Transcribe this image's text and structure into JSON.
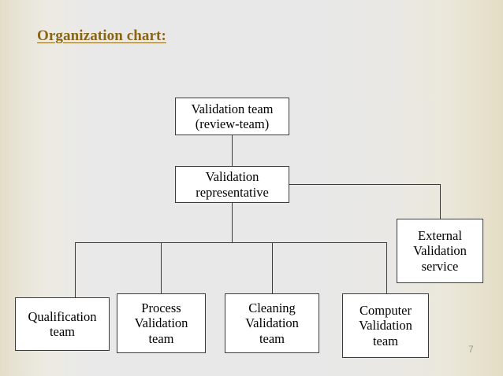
{
  "slide": {
    "title": "Organization chart:",
    "page_number": "7",
    "title_color": "#8a6512",
    "line_color": "#3b3b3b",
    "box_fill": "#ffffff",
    "background_edge_color": "#e3ddc8",
    "background_center_color": "#e8e8e8"
  },
  "chart_data": {
    "type": "diagram",
    "diagram_type": "organization-chart",
    "title": "Organization chart:",
    "orientation": "top-down",
    "nodes": [
      {
        "id": "validation-team",
        "lines": [
          "Validation team",
          "(review-team)"
        ],
        "level": 0
      },
      {
        "id": "validation-representative",
        "lines": [
          "Validation",
          "representative"
        ],
        "level": 1
      },
      {
        "id": "external-validation-service",
        "lines": [
          "External",
          "Validation",
          "service"
        ],
        "level": 2
      },
      {
        "id": "qualification-team",
        "lines": [
          "Qualification",
          "team"
        ],
        "level": 2
      },
      {
        "id": "process-validation-team",
        "lines": [
          "Process",
          "Validation",
          "team"
        ],
        "level": 2
      },
      {
        "id": "cleaning-validation-team",
        "lines": [
          "Cleaning",
          "Validation",
          "team"
        ],
        "level": 2
      },
      {
        "id": "computer-validation-team",
        "lines": [
          "Computer",
          "Validation",
          "team"
        ],
        "level": 2
      }
    ],
    "edges": [
      {
        "from": "validation-team",
        "to": "validation-representative"
      },
      {
        "from": "validation-representative",
        "to": "external-validation-service"
      },
      {
        "from": "validation-representative",
        "to": "qualification-team"
      },
      {
        "from": "validation-representative",
        "to": "process-validation-team"
      },
      {
        "from": "validation-representative",
        "to": "cleaning-validation-team"
      },
      {
        "from": "validation-representative",
        "to": "computer-validation-team"
      }
    ]
  }
}
